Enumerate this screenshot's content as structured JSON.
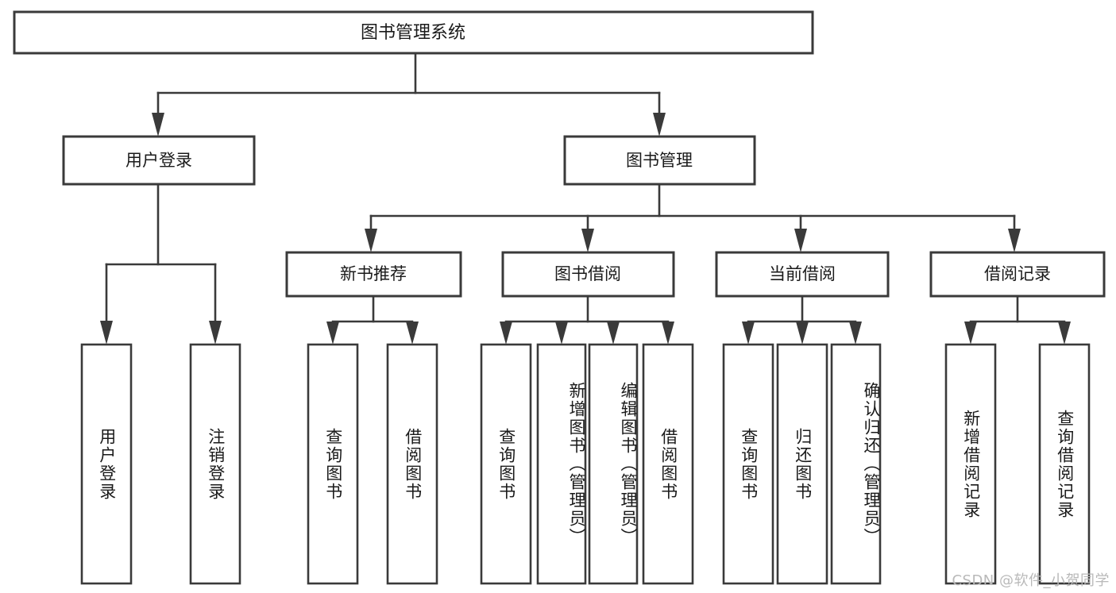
{
  "diagram": {
    "title": "图书管理系统",
    "type": "tree-hierarchy-diagram",
    "watermark": "CSDN @软件_小贺同学",
    "colors": {
      "box_stroke": "#3a3a3a",
      "box_fill": "#ffffff",
      "text": "#1a1a1a",
      "watermark": "#b9b9b9",
      "background": "#ffffff"
    },
    "root": {
      "label": "图书管理系统"
    },
    "level1": [
      {
        "id": "user-login",
        "label": "用户登录"
      },
      {
        "id": "book-manage",
        "label": "图书管理"
      }
    ],
    "level2": [
      {
        "id": "new-book-recommend",
        "label": "新书推荐",
        "parent": "book-manage"
      },
      {
        "id": "book-borrow",
        "label": "图书借阅",
        "parent": "book-manage"
      },
      {
        "id": "current-borrow",
        "label": "当前借阅",
        "parent": "book-manage"
      },
      {
        "id": "borrow-record",
        "label": "借阅记录",
        "parent": "book-manage"
      }
    ],
    "leaves": [
      {
        "id": "leaf-user-login",
        "label": "用户登录",
        "parent": "user-login"
      },
      {
        "id": "leaf-logout",
        "label": "注销登录",
        "parent": "user-login"
      },
      {
        "id": "leaf-query-book-1",
        "label": "查询图书",
        "parent": "new-book-recommend"
      },
      {
        "id": "leaf-borrow-book-1",
        "label": "借阅图书",
        "parent": "new-book-recommend"
      },
      {
        "id": "leaf-query-book-2",
        "label": "查询图书",
        "parent": "book-borrow"
      },
      {
        "id": "leaf-add-book",
        "label": "新增图书（管理员）",
        "parent": "book-borrow"
      },
      {
        "id": "leaf-edit-book",
        "label": "编辑图书（管理员）",
        "parent": "book-borrow"
      },
      {
        "id": "leaf-borrow-book-2",
        "label": "借阅图书",
        "parent": "book-borrow"
      },
      {
        "id": "leaf-query-book-3",
        "label": "查询图书",
        "parent": "current-borrow"
      },
      {
        "id": "leaf-return-book",
        "label": "归还图书",
        "parent": "current-borrow"
      },
      {
        "id": "leaf-confirm-return",
        "label": "确认归还（管理员）",
        "parent": "current-borrow"
      },
      {
        "id": "leaf-add-record",
        "label": "新增借阅记录",
        "parent": "borrow-record"
      },
      {
        "id": "leaf-query-record",
        "label": "查询借阅记录",
        "parent": "borrow-record"
      }
    ]
  }
}
